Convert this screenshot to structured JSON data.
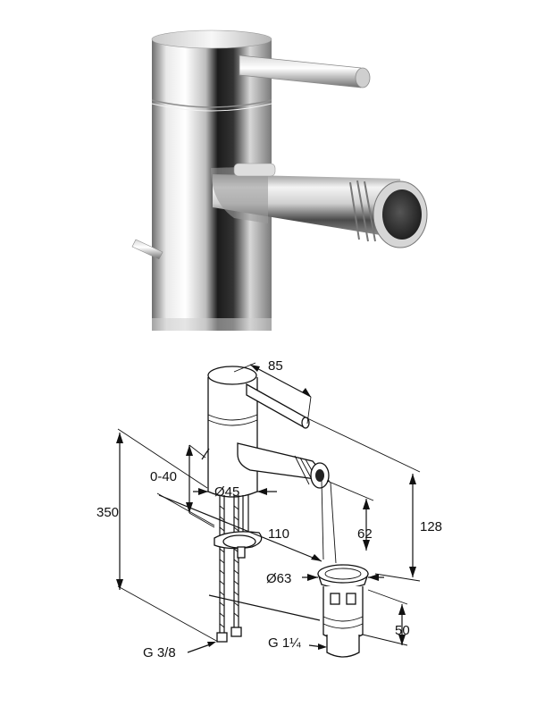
{
  "photo": {
    "subject": "chrome-bidet-mixer-photo"
  },
  "drawing": {
    "dimensions": {
      "lever_length": "85",
      "lift_rod_range": "0-40",
      "body_diameter": "Ø45",
      "total_height": "350",
      "spout_projection": "110",
      "spout_height": "62",
      "lever_height": "128",
      "waste_diameter": "Ø63",
      "waste_height": "50",
      "supply_thread": "G 3/8",
      "waste_thread": "G 1¼"
    }
  }
}
